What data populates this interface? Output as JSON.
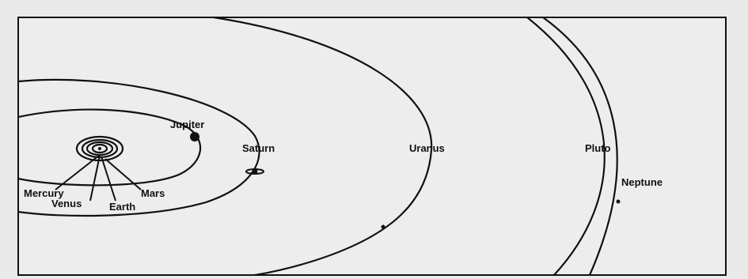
{
  "diagram": {
    "labels": {
      "mercury": "Mercury",
      "venus": "Venus",
      "earth": "Earth",
      "mars": "Mars",
      "jupiter": "Jupiter",
      "saturn": "Saturn",
      "uranus": "Uranus",
      "neptune": "Neptune",
      "pluto": "Pluto"
    },
    "colors": {
      "background": "#e9e9e9",
      "panel": "#ededed",
      "ink": "#111111"
    }
  }
}
